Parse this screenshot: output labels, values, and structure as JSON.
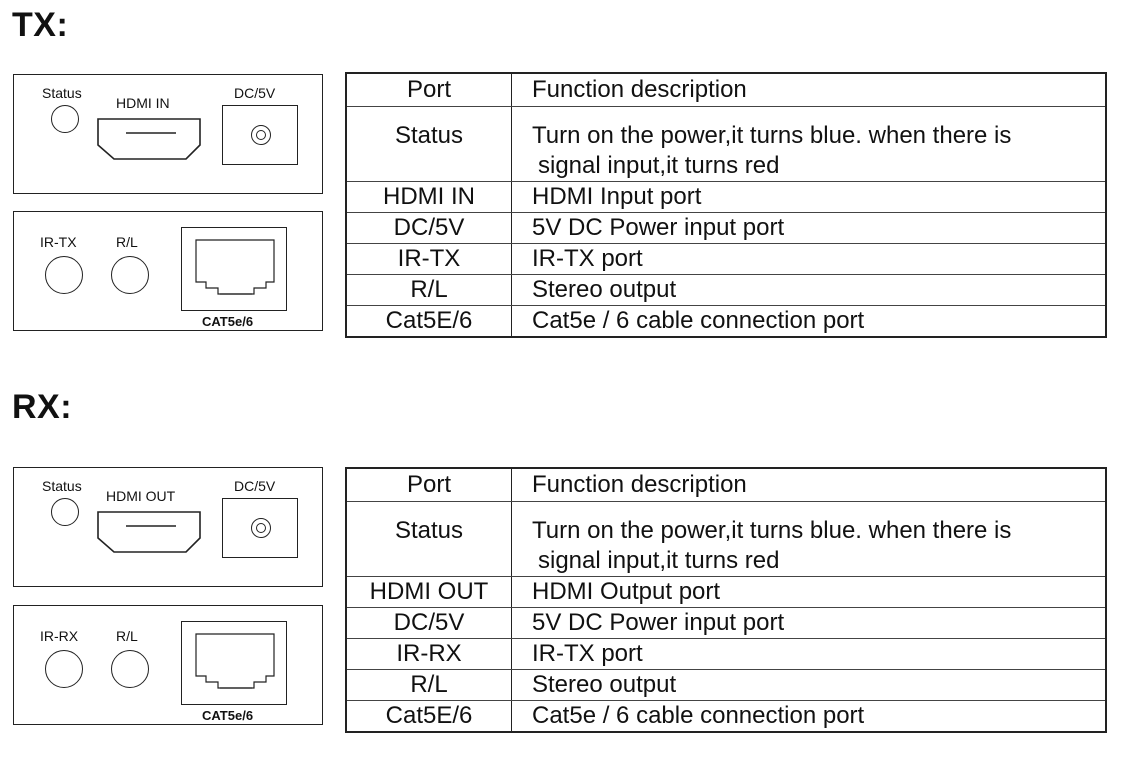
{
  "tx": {
    "heading": "TX:",
    "front_panel": {
      "status_label": "Status",
      "hdmi_label": "HDMI IN",
      "dc_label": "DC/5V"
    },
    "back_panel": {
      "ir_label": "IR-TX",
      "rl_label": "R/L",
      "cat_label": "CAT5e/6"
    },
    "table": {
      "header_port": "Port",
      "header_desc": "Function description",
      "rows": [
        {
          "port": "Status",
          "desc_line1": "Turn on the power,it turns blue. when there is",
          "desc_line2": " signal input,it turns red"
        },
        {
          "port": "HDMI IN",
          "desc": "HDMI Input port"
        },
        {
          "port": "DC/5V",
          "desc": "5V DC Power input port"
        },
        {
          "port": "IR-TX",
          "desc": "IR-TX port"
        },
        {
          "port": "R/L",
          "desc": "Stereo output"
        },
        {
          "port": "Cat5E/6",
          "desc": "Cat5e / 6 cable connection port"
        }
      ]
    }
  },
  "rx": {
    "heading": "RX:",
    "front_panel": {
      "status_label": "Status",
      "hdmi_label": "HDMI OUT",
      "dc_label": "DC/5V"
    },
    "back_panel": {
      "ir_label": "IR-RX",
      "rl_label": "R/L",
      "cat_label": "CAT5e/6"
    },
    "table": {
      "header_port": "Port",
      "header_desc": "Function description",
      "rows": [
        {
          "port": "Status",
          "desc_line1": "Turn on the power,it turns blue. when there is",
          "desc_line2": " signal input,it turns red"
        },
        {
          "port": "HDMI OUT",
          "desc": "HDMI Output port"
        },
        {
          "port": "DC/5V",
          "desc": "5V DC Power input port"
        },
        {
          "port": "IR-RX",
          "desc": "IR-TX port"
        },
        {
          "port": "R/L",
          "desc": "Stereo output"
        },
        {
          "port": "Cat5E/6",
          "desc": "Cat5e / 6 cable connection port"
        }
      ]
    }
  }
}
